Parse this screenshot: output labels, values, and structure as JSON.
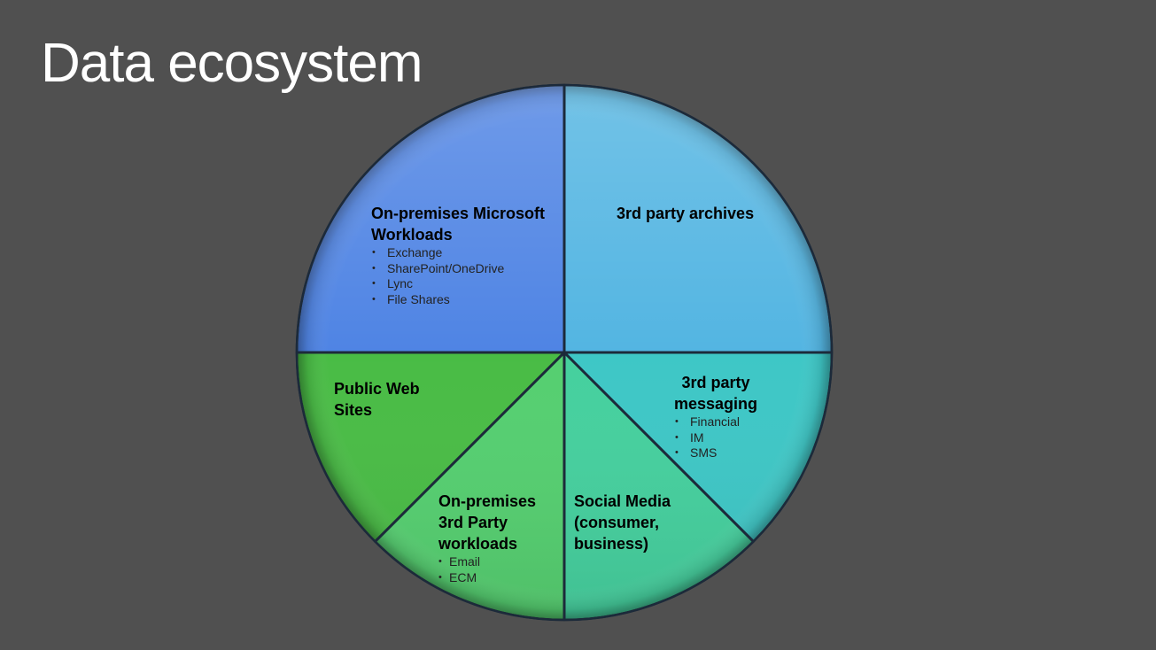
{
  "title": "Data ecosystem",
  "colors": {
    "background": "#505050",
    "title_text": "#ffffff",
    "segment_outline": "#1c2a3a"
  },
  "segments": [
    {
      "id": "onprem-microsoft",
      "title": "On-premises Microsoft\nWorkloads",
      "items": [
        "Exchange",
        "SharePoint/OneDrive",
        "Lync",
        "File Shares"
      ],
      "color": "#4f84e4",
      "start_deg": 270,
      "end_deg": 360,
      "explode": 0
    },
    {
      "id": "third-party-archives",
      "title": "3rd party archives",
      "items": [],
      "color": "#53b5e2",
      "start_deg": 0,
      "end_deg": 90,
      "explode": 0
    },
    {
      "id": "third-party-messaging",
      "title": "3rd party\nmessaging",
      "items": [
        "Financial",
        "IM",
        "SMS"
      ],
      "color": "#3ec7c6",
      "start_deg": 90,
      "end_deg": 135,
      "explode": 0
    },
    {
      "id": "social-media",
      "title": "Social Media\n(consumer,\nbusiness)",
      "items": [],
      "color": "#45d09e",
      "start_deg": 135,
      "end_deg": 180,
      "explode": 0
    },
    {
      "id": "onprem-third-party",
      "title": "On-premises\n3rd Party\nworkloads",
      "items": [
        "Email",
        "ECM"
      ],
      "color": "#55cf70",
      "start_deg": 180,
      "end_deg": 225,
      "explode": 0
    },
    {
      "id": "public-web-sites",
      "title": "Public Web\nSites",
      "items": [],
      "color": "#49bc45",
      "start_deg": 225,
      "end_deg": 270,
      "explode": 0
    }
  ]
}
